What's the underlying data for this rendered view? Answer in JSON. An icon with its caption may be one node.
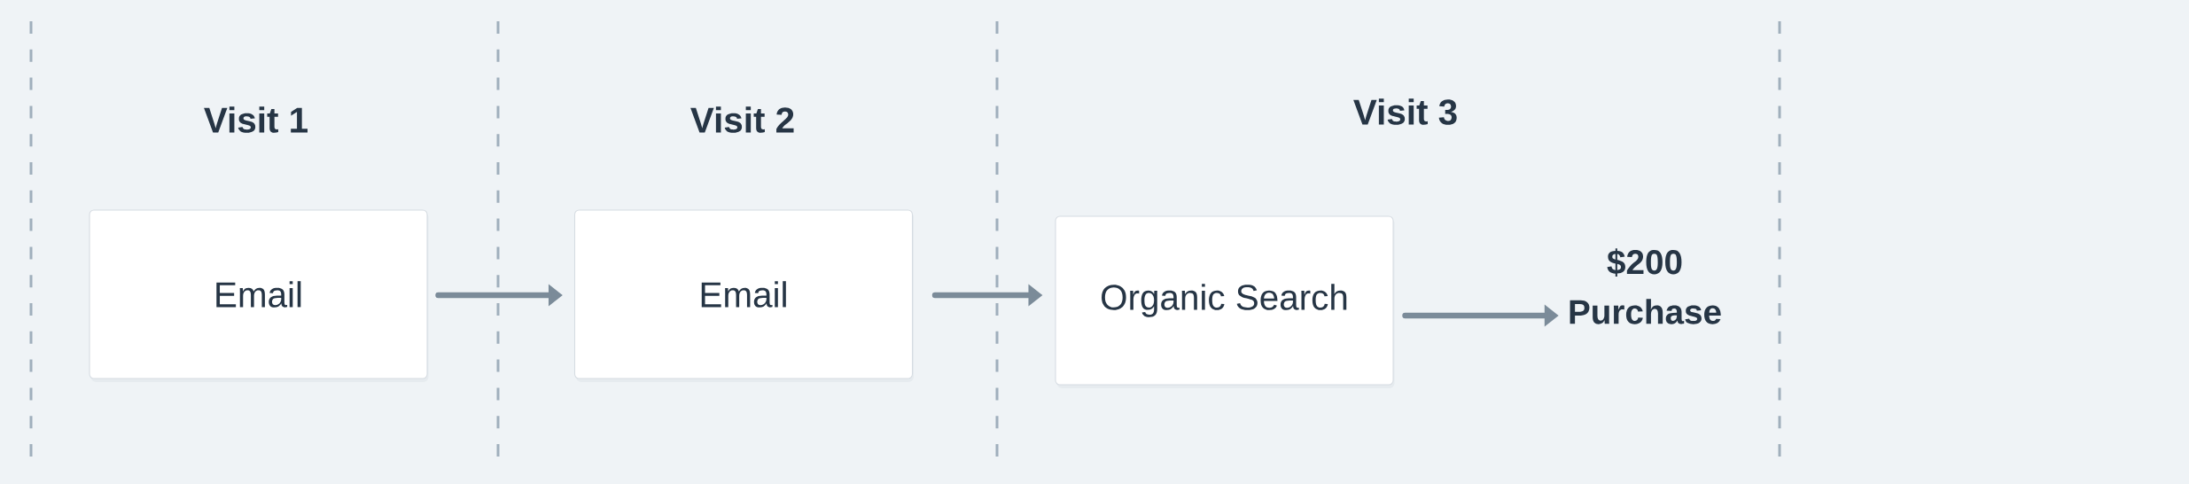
{
  "diagram": {
    "nodes": [
      {
        "text": [
          "Email"
        ]
      },
      {
        "text": [
          "Email"
        ]
      },
      {
        "text": [
          "Organic Search"
        ]
      },
      {
        "text": [
          "$200 Purchase"
        ]
      }
    ],
    "edges": [
      {
        "from": 0,
        "to": 1,
        "arrow": "to"
      },
      {
        "from": 1,
        "to": 2,
        "arrow": "to"
      },
      {
        "from": 2,
        "to": 3,
        "arrow": "to"
      }
    ],
    "labels": [
      "Visit 1",
      "Visit 2",
      "Visit 3"
    ]
  }
}
